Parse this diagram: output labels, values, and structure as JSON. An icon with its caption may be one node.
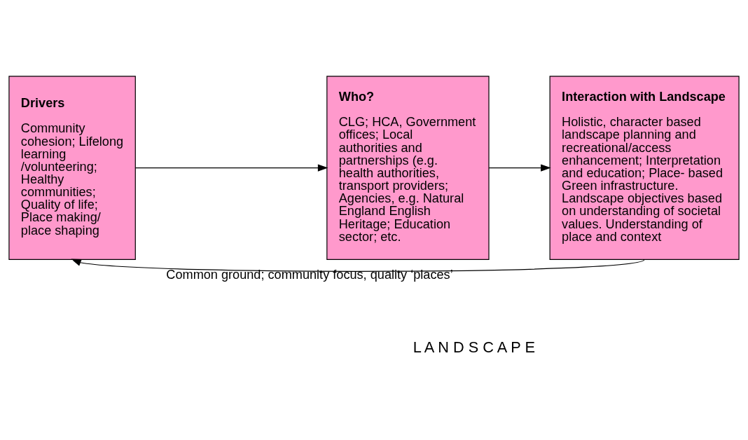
{
  "diagram": {
    "nodes": [
      {
        "text": [
          "Drivers",
          "Community cohesion; Lifelong learning /volunteering; Healthy communities; Quality of life; Place making/ place shaping"
        ]
      },
      {
        "text": [
          "Who?",
          "CLG; HCA, Government offices; Local authorities and partnerships (e.g. health authorities, transport providers; Agencies, e.g. Natural England English Heritage; Education sector; etc."
        ]
      },
      {
        "text": [
          "Interaction with Landscape",
          "Holistic, character based landscape planning and recreational/access enhancement; Interpretation and education; Place- based Green infrastructure. Landscape objectives based on understanding of societal values. Understanding of place and context"
        ]
      }
    ],
    "edges": [
      {
        "from": 0,
        "to": 1,
        "arrow": "to"
      },
      {
        "from": 1,
        "to": 2,
        "arrow": "to"
      },
      {
        "from": 2,
        "to": 0,
        "arrow": "to",
        "label": "Common ground; community focus, quality ‘places’"
      }
    ],
    "labels": [
      "L A N D S C A P E"
    ]
  }
}
